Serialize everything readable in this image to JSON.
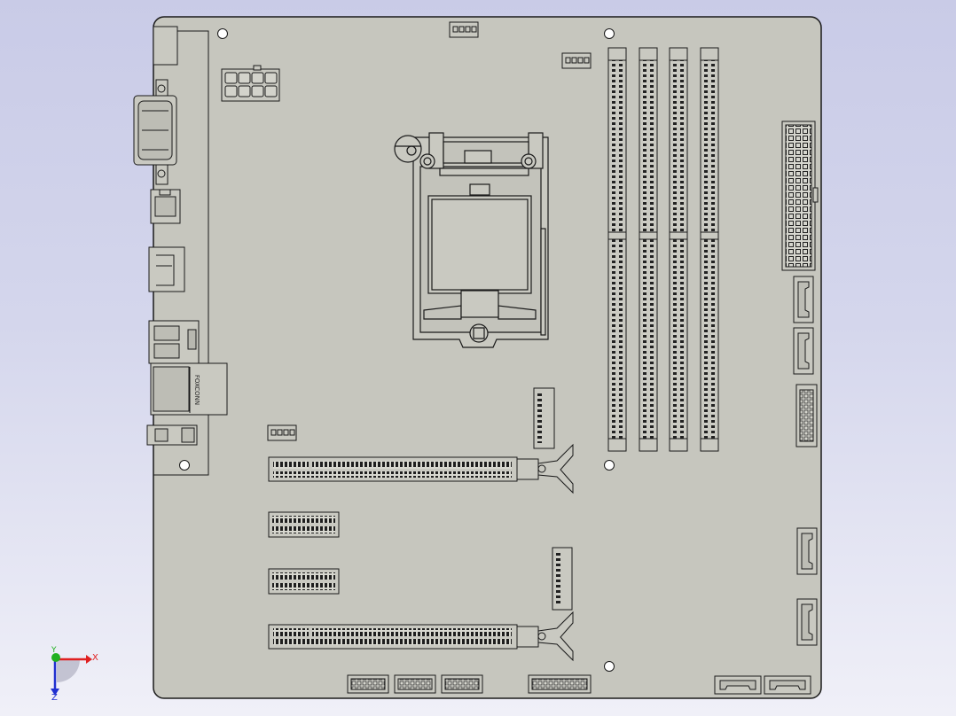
{
  "viewport": {
    "background_top": "#c9cbe7",
    "background_bottom": "#f0f0f8",
    "model_name": "motherboard"
  },
  "board": {
    "pcb_color": "#c6c6be",
    "line_color": "#1a1a1a",
    "slot_color": "#222222",
    "chip_label": "FOXCONN"
  },
  "triad": {
    "x_label": "X",
    "y_label": "Y",
    "z_label": "Z",
    "x_color": "#e02020",
    "y_color": "#20b020",
    "z_color": "#2030d0"
  }
}
